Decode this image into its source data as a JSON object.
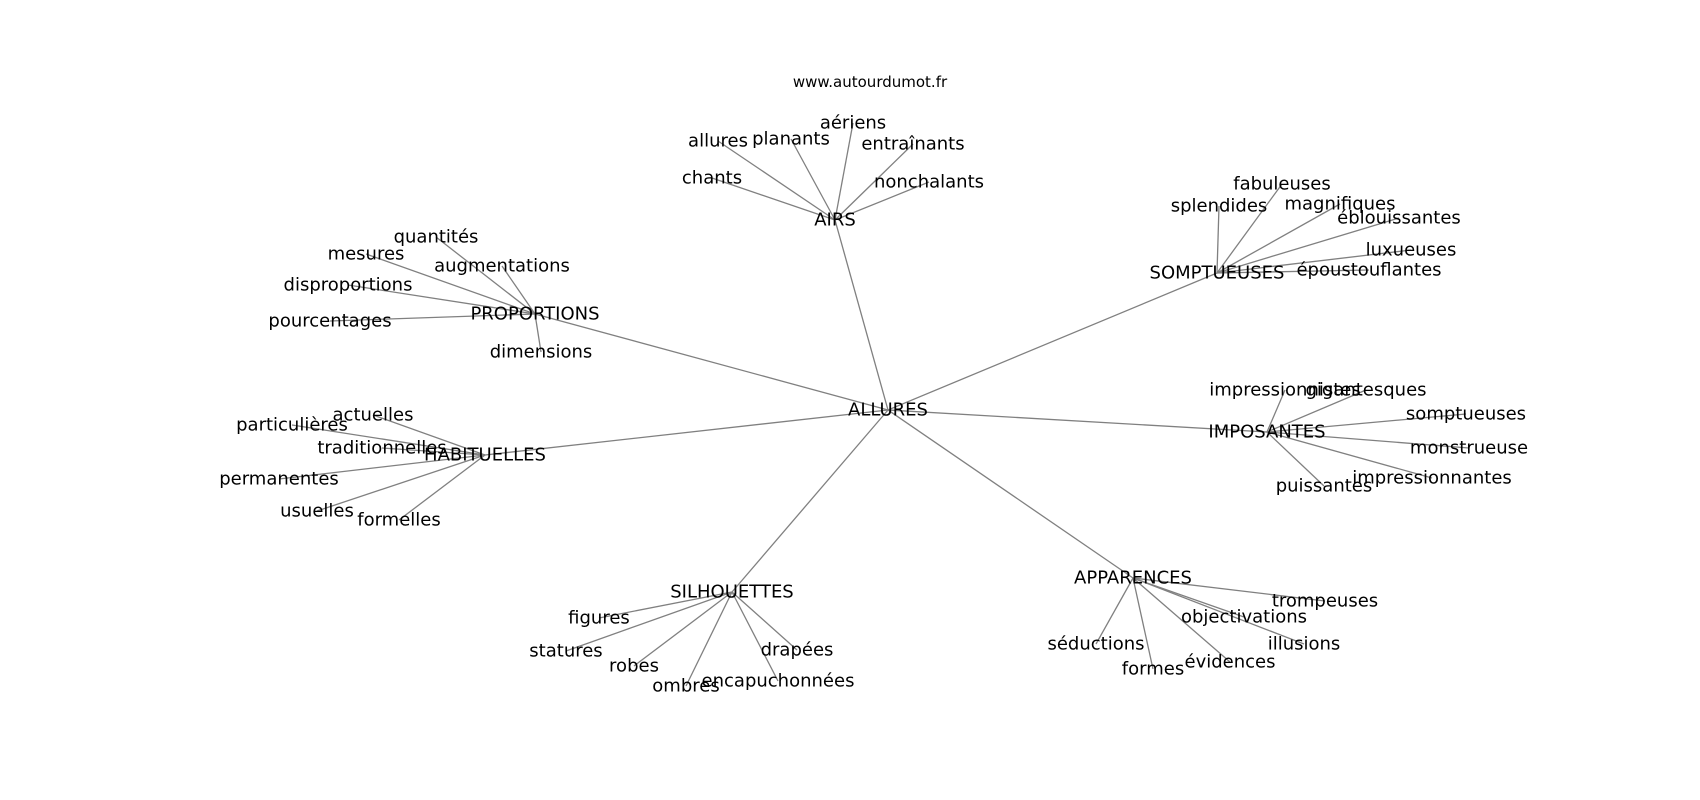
{
  "credit": "www.autourdumot.fr",
  "graph": {
    "center": "ALLURES",
    "groups": [
      {
        "label": "AIRS",
        "leaves": [
          "allures",
          "planants",
          "aériens",
          "entraînants",
          "chants",
          "nonchalants"
        ]
      },
      {
        "label": "SOMPTUEUSES",
        "leaves": [
          "fabuleuses",
          "splendides",
          "magnifiques",
          "éblouissantes",
          "luxueuses",
          "époustouflantes"
        ]
      },
      {
        "label": "PROPORTIONS",
        "leaves": [
          "quantités",
          "mesures",
          "augmentations",
          "disproportions",
          "pourcentages",
          "dimensions"
        ]
      },
      {
        "label": "IMPOSANTES",
        "leaves": [
          "impressionnistes",
          "gigantesques",
          "somptueuses",
          "monstrueuse",
          "impressionnantes",
          "puissantes"
        ]
      },
      {
        "label": "HABITUELLES",
        "leaves": [
          "actuelles",
          "particulières",
          "traditionnelles",
          "permanentes",
          "usuelles",
          "formelles"
        ]
      },
      {
        "label": "APPARENCES",
        "leaves": [
          "trompeuses",
          "objectivations",
          "illusions",
          "séductions",
          "évidences",
          "formes"
        ]
      },
      {
        "label": "SILHOUETTES",
        "leaves": [
          "figures",
          "statures",
          "robes",
          "drapées",
          "ombres",
          "encapuchonnées"
        ]
      }
    ]
  }
}
